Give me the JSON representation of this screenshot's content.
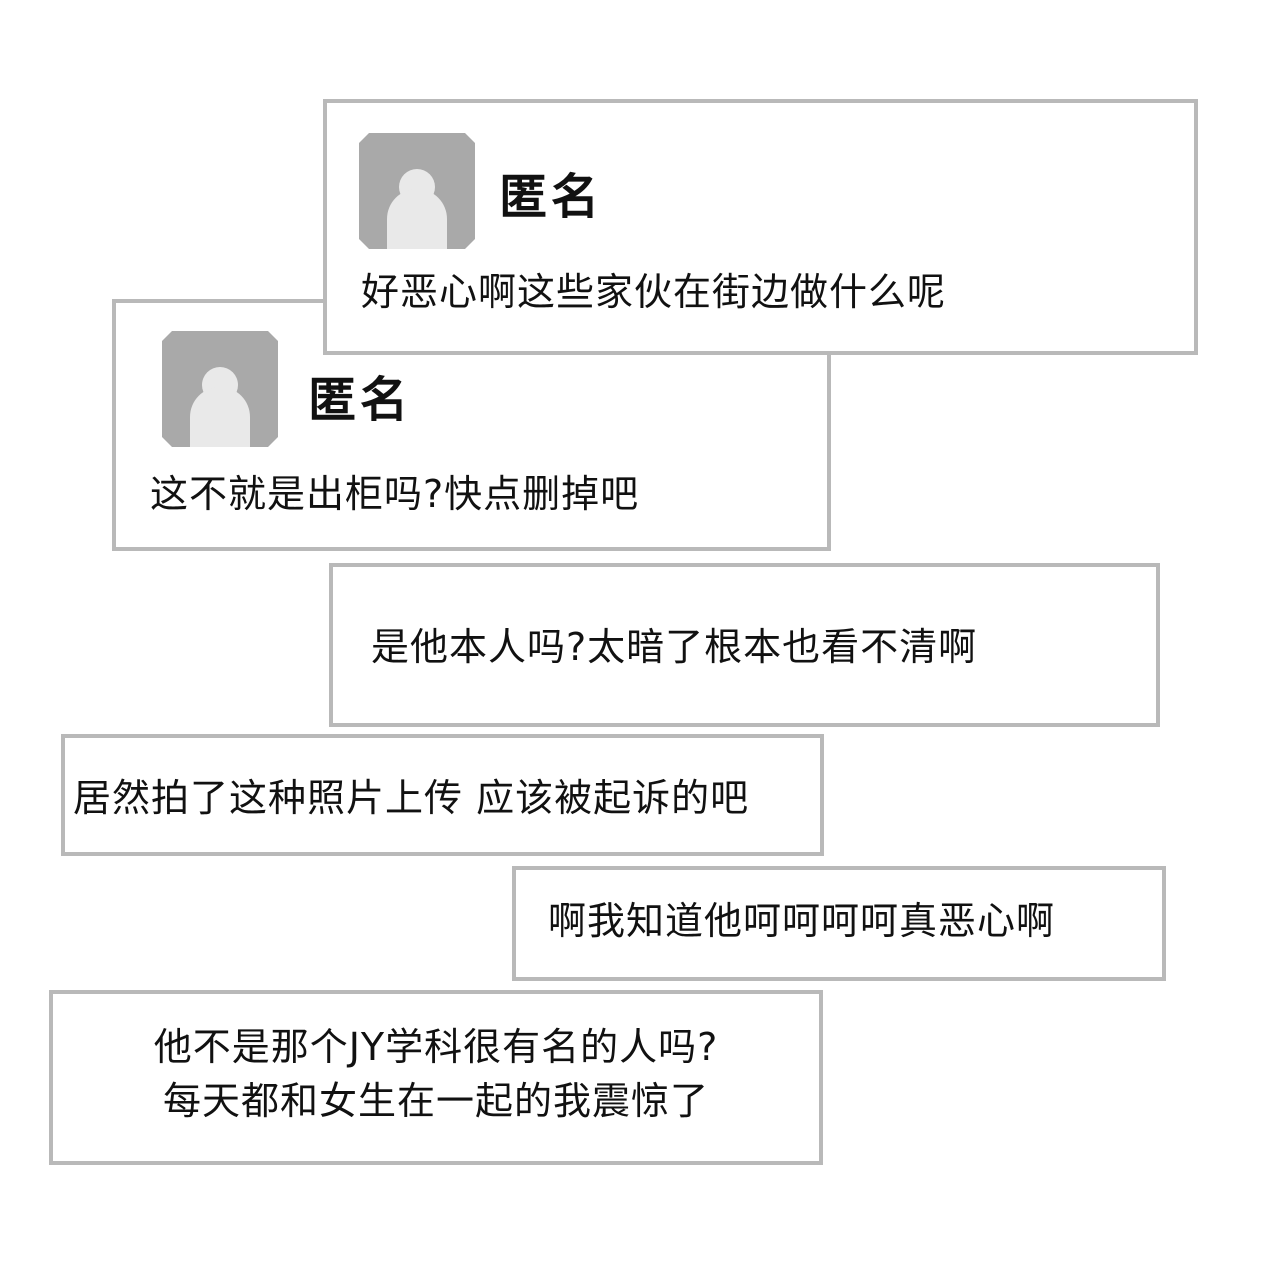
{
  "comments": [
    {
      "author": "匿名",
      "text": "好恶心啊这些家伙在街边做什么呢",
      "avatar_icon": "user-placeholder-icon"
    },
    {
      "author": "匿名",
      "text": "这不就是出柜吗?快点删掉吧",
      "avatar_icon": "user-placeholder-icon"
    },
    {
      "text": "是他本人吗?太暗了根本也看不清啊"
    },
    {
      "text": "居然拍了这种照片上传 应该被起诉的吧"
    },
    {
      "text": "啊我知道他呵呵呵呵真恶心啊"
    },
    {
      "lines": [
        "他不是那个JY学科很有名的人吗?",
        "每天都和女生在一起的我震惊了"
      ]
    }
  ],
  "colors": {
    "border": "#b9b9b9",
    "avatar_bg": "#a9a9a9",
    "avatar_fg": "#e9e9e9"
  }
}
